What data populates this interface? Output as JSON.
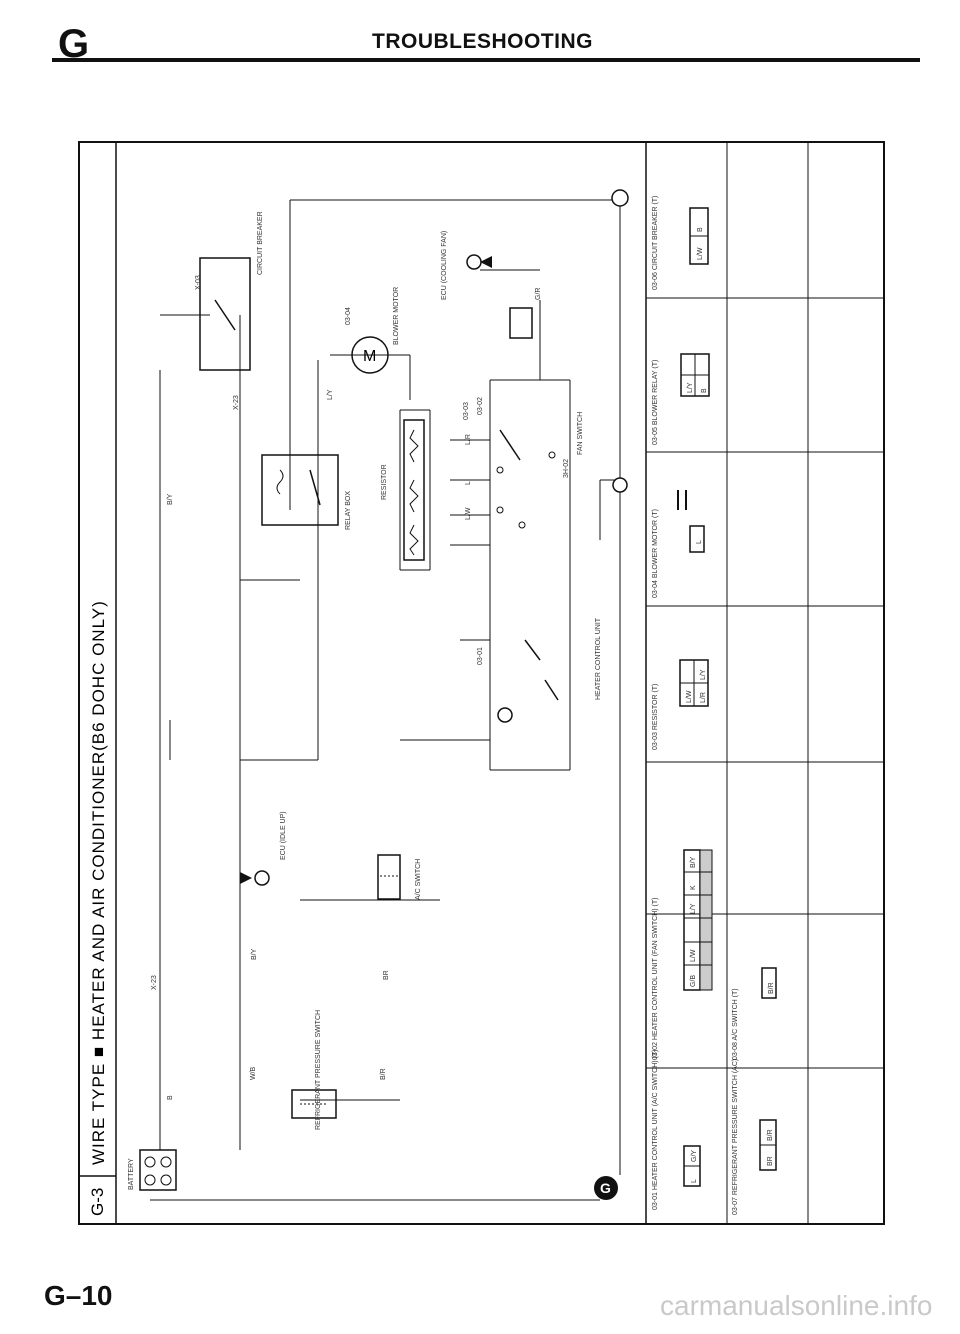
{
  "header": {
    "section_letter": "G",
    "title": "TROUBLESHOOTING"
  },
  "page_number": "G–10",
  "watermark": "carmanualsonline.info",
  "diagram": {
    "figure_id": "G-3",
    "title": "WIRE TYPE ■ HEATER AND AIR CONDITIONER(B6 DOHC ONLY)",
    "ground_marker": "G",
    "components": {
      "battery": "BATTERY",
      "ecu": "ECU (IDLE UP)",
      "ecu_cooling": "ECU (COOLING FAN)",
      "relay_box": "RELAY BOX",
      "blower_motor": "BLOWER MOTOR",
      "resistor": "RESISTOR",
      "fan_switch": "FAN SWITCH",
      "refrigerant_switch": "REFRIGERANT PRESSURE SWITCH",
      "heater_control": "HEATER CONTROL UNIT",
      "ac_switch": "A/C SWITCH",
      "circuit_breaker": "CIRCUIT BREAKER"
    },
    "wire_colors": {
      "w1": "B",
      "w2": "B/Y",
      "w3": "L/Y",
      "w4": "L/R",
      "w5": "L",
      "w6": "L/W",
      "w7": "B/R",
      "w8": "W/B",
      "w9": "BR",
      "w10": "B/Y",
      "w11": "G/R"
    },
    "connector_labels": {
      "c1": "X-03",
      "c2": "X-23",
      "c3": "X-23",
      "c4": "03-04",
      "c5": "03-03",
      "c6": "03-01",
      "c7": "03-02",
      "c8": "3H-02"
    },
    "connector_table": {
      "cells": [
        {
          "name": "03-01 HEATER CONTROL UNIT (A/C SWITCH) (T)"
        },
        {
          "name": "03-02 HEATER CONTROL UNIT (FAN SWITCH) (T)"
        },
        {
          "name": "03-03 RESISTOR (T)"
        },
        {
          "name": "03-04 BLOWER MOTOR (T)"
        },
        {
          "name": "03-05 BLOWER RELAY (T)"
        },
        {
          "name": "03-06 CIRCUIT BREAKER (T)"
        },
        {
          "name": "03-07 REFRIGERANT PRESSURE SWITCH (AC)"
        },
        {
          "name": "03-08 A/C SWITCH (T)"
        }
      ],
      "pins": {
        "p1": "L",
        "p2": "G/Y",
        "p3": "G/B",
        "p4": "L/W",
        "p5": "L/Y",
        "p6": "K",
        "p7": "B/Y",
        "p8": "L/W",
        "p9": "L/R",
        "p10": "L",
        "p11": "L/Y",
        "p12": "B",
        "p13": "B/R",
        "p14": "BR",
        "p15": "B/R",
        "p16": "L/Y",
        "p17": "L/W",
        "p18": "B"
      }
    }
  }
}
